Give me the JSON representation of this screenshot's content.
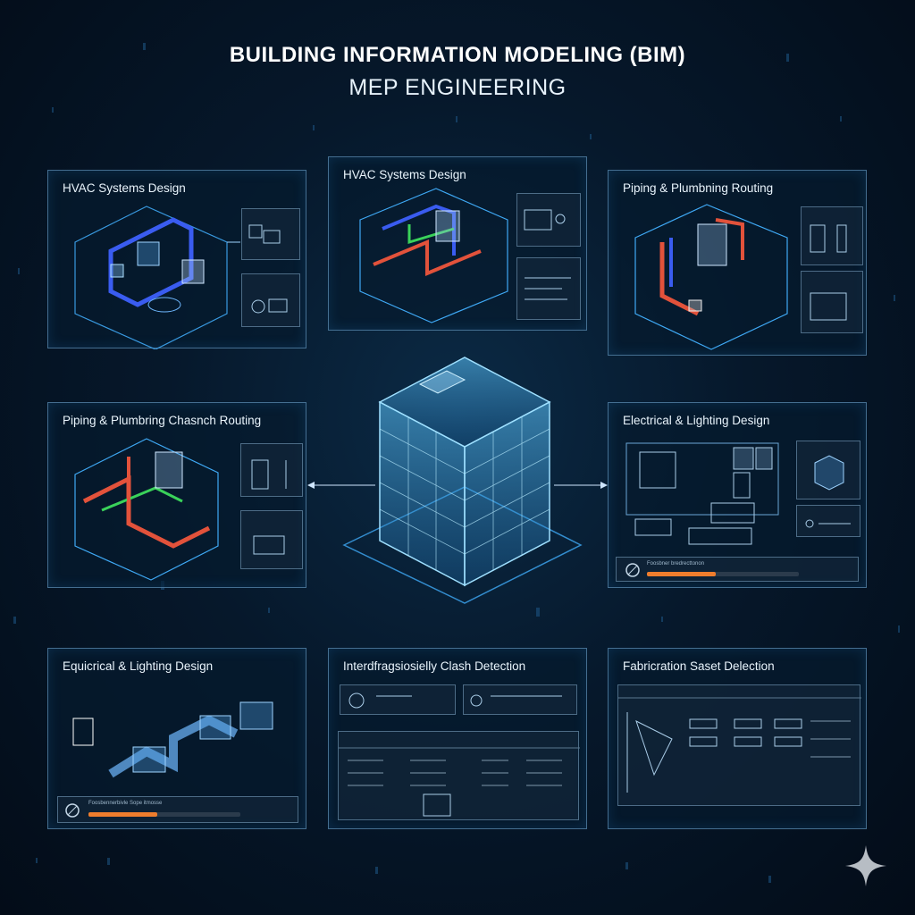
{
  "header": {
    "title": "BUILDING INFORMATION MODELING (BIM)",
    "subtitle": "MEP ENGINEERING"
  },
  "panels": [
    {
      "id": "p1",
      "title": "HVAC Systems Design"
    },
    {
      "id": "p2",
      "title": "HVAC Systems Design"
    },
    {
      "id": "p3",
      "title": "Piping & Plumbning Routing"
    },
    {
      "id": "p4",
      "title": "Piping & Plumbring Chasnch Routing"
    },
    {
      "id": "p5",
      "title": "Electrical & Lighting Design"
    },
    {
      "id": "p6",
      "title": "Equicrical & Lighting Design"
    },
    {
      "id": "p7",
      "title": "Interdfragsiosielly Clash Detection"
    },
    {
      "id": "p8",
      "title": "Fabricration Saset Delection"
    }
  ],
  "progress": {
    "electrical_panel": {
      "label": "Foosbner bredrecttonon",
      "fraction": 0.45
    },
    "equicrical_panel": {
      "label": "Foosbennerbivle Sope itmosse",
      "fraction": 0.45
    }
  },
  "colors": {
    "accent_blue": "#3fa9f5",
    "pipe_red": "#e2523b",
    "pipe_green": "#3ad25a",
    "duct_blue": "#3a5cf0",
    "progress_orange": "#ef7d2d"
  },
  "icons": [
    "gear-icon",
    "fan-icon",
    "spark-icon",
    "settings-icon"
  ]
}
